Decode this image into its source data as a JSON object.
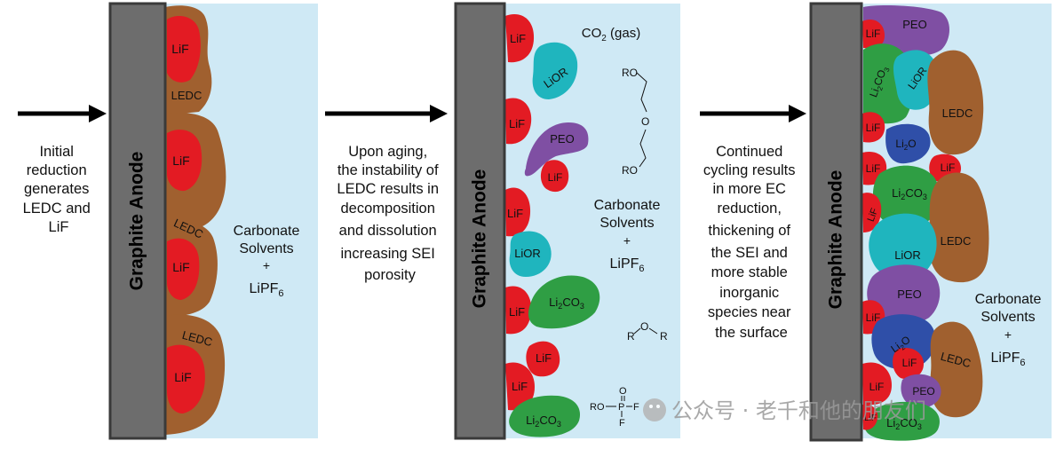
{
  "colors": {
    "solution": "#cfe9f5",
    "anode": "#6d6d6d",
    "LiF": "#e31b23",
    "LEDC": "#a0602f",
    "LiOR": "#1fb5be",
    "PEO": "#7f4fa3",
    "Li2CO3": "#2f9e44",
    "Li2O": "#2f4fa8"
  },
  "anode_label": "Graphite Anode",
  "captions": {
    "step1": [
      "Initial",
      "reduction",
      "generates",
      "LEDC and",
      "LiF"
    ],
    "step2": [
      "Upon aging,",
      "the instability of",
      "LEDC results in",
      "decomposition",
      "and dissolution",
      "increasing SEI",
      "porosity"
    ],
    "step3": [
      "Continued",
      "cycling results",
      "in more EC",
      "reduction,",
      "thickening of",
      "the SEI and",
      "more stable",
      "inorganic",
      "species near",
      "the surface"
    ]
  },
  "electrolyte": {
    "line1": "Carbonate",
    "line2": "Solvents",
    "plus": "+",
    "salt": "LiPF",
    "salt_sub": "6"
  },
  "species": {
    "LiF": "LiF",
    "LEDC": "LEDC",
    "LiOR": "LiOR",
    "PEO": "PEO",
    "Li2CO3": {
      "a": "Li",
      "sub": "2",
      "b": "CO",
      "sub2": "3"
    },
    "Li2O": {
      "a": "Li",
      "sub": "2",
      "b": "O"
    }
  },
  "co2": {
    "a": "CO",
    "sub": "2",
    "b": " (gas)"
  },
  "molecules": {
    "ro_top": "RO",
    "o_mid": "O",
    "ro_bottom": "RO",
    "ether_r1": "R",
    "ether_o": "O",
    "ether_r2": "R",
    "phos_o": "O",
    "phos_ro": "RO",
    "phos_p": "P",
    "phos_f1": "F",
    "phos_f2": "F"
  },
  "watermark": "公众号 · 老千和他的朋友们"
}
